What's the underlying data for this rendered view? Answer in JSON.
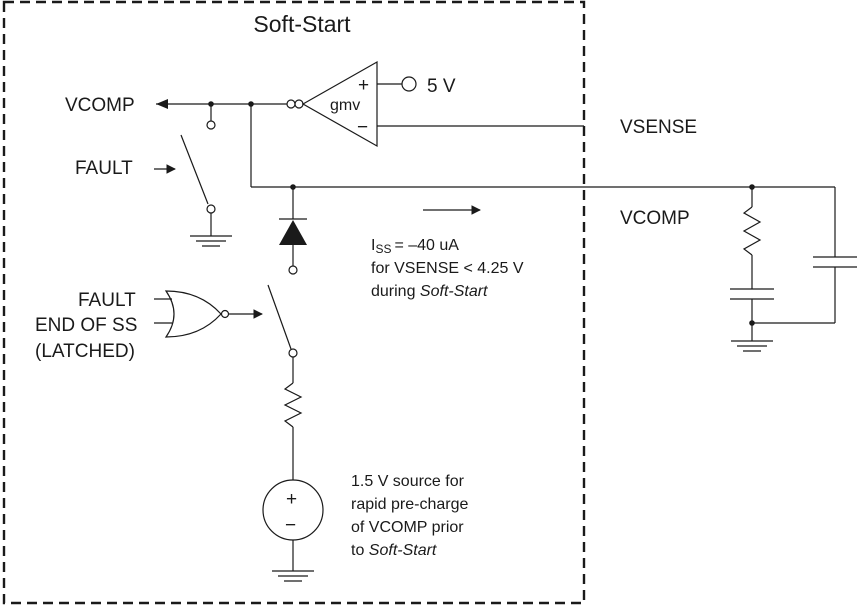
{
  "block_title": "Soft-Start",
  "labels": {
    "vcomp_out": "VCOMP",
    "fault_switch": "FAULT",
    "supply": "5 V",
    "amp": "gmv",
    "plus": "+",
    "minus": "−",
    "vsense": "VSENSE",
    "vcomp_right": "VCOMP",
    "fault_gate": "FAULT",
    "end_ss": "END OF SS",
    "latched": "(LATCHED)",
    "src_plus": "+",
    "src_minus": "−"
  },
  "current_note": {
    "i_main": "I",
    "i_sub": "SS",
    "i_value": "= –40 uA",
    "line2": "for VSENSE < 4.25 V",
    "line3_prefix": "during ",
    "line3_italic": "Soft-Start"
  },
  "source_note": {
    "line1": "1.5 V source for",
    "line2": "rapid pre-charge",
    "line3": "of VCOMP prior",
    "line4_prefix": "to ",
    "line4_italic": "Soft-Start"
  },
  "colors": {
    "ink": "#1a1a1a",
    "background": "#ffffff"
  }
}
